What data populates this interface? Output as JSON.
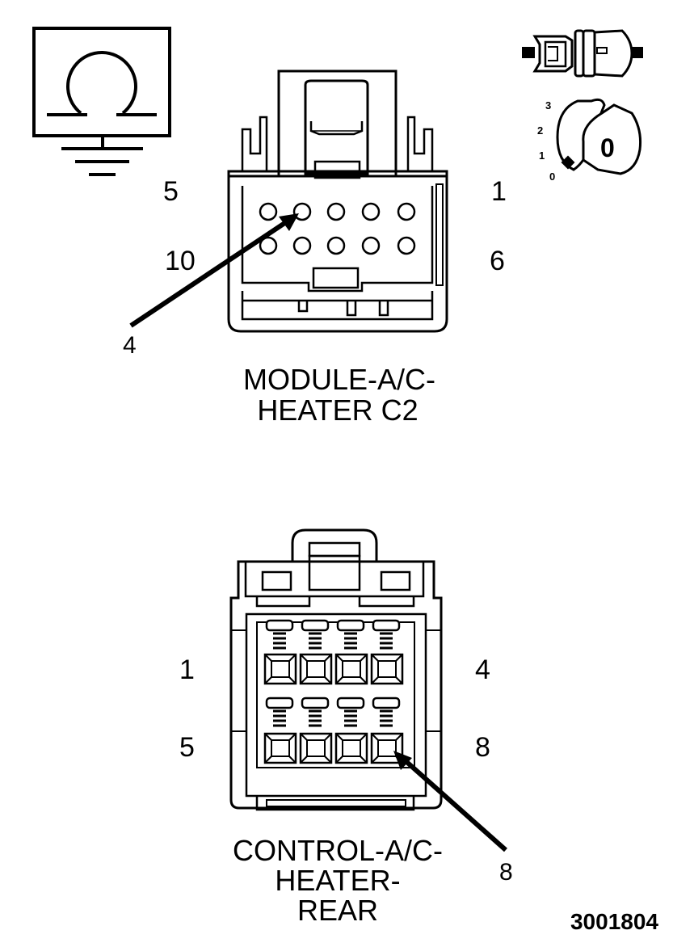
{
  "icons": {
    "ohmmeter": "ohmmeter-ground-icon",
    "connector_probe": "connector-probe-icon",
    "ignition_key": "ignition-key-icon"
  },
  "ignition_positions": [
    "3",
    "2",
    "1",
    "0"
  ],
  "ignition_key_label": "0",
  "connector_c2": {
    "pin_label_top_left": "5",
    "pin_label_top_right": "1",
    "pin_label_bottom_left": "10",
    "pin_label_bottom_right": "6",
    "callout_pin": "4",
    "caption_line1": "MODULE-A/C-",
    "caption_line2": "HEATER C2"
  },
  "connector_rear": {
    "pin_label_top_left": "1",
    "pin_label_top_right": "4",
    "pin_label_bottom_left": "5",
    "pin_label_bottom_right": "8",
    "callout_pin": "8",
    "caption_line1": "CONTROL-A/C-",
    "caption_line2": "HEATER-",
    "caption_line3": "REAR"
  },
  "figure_number": "3001804"
}
